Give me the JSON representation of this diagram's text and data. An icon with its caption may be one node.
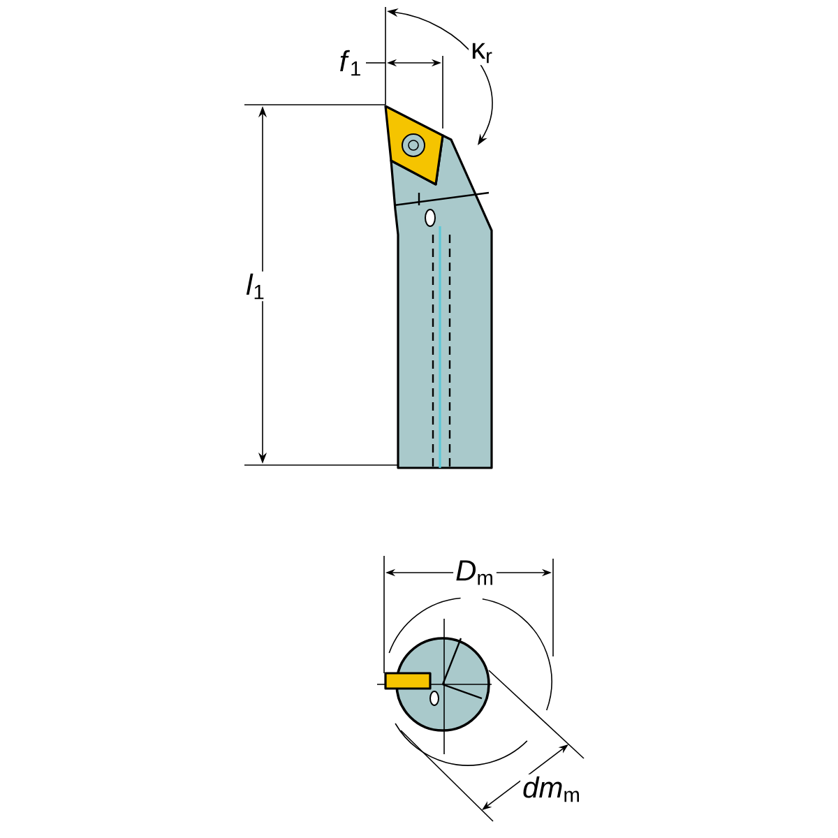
{
  "diagram": {
    "labels": [
      "*f*$_{1}$",
      "κ$_{r}$",
      "*l*$_{1}$",
      "*D*$_{m}$",
      "*dm*$_{m}$"
    ]
  }
}
